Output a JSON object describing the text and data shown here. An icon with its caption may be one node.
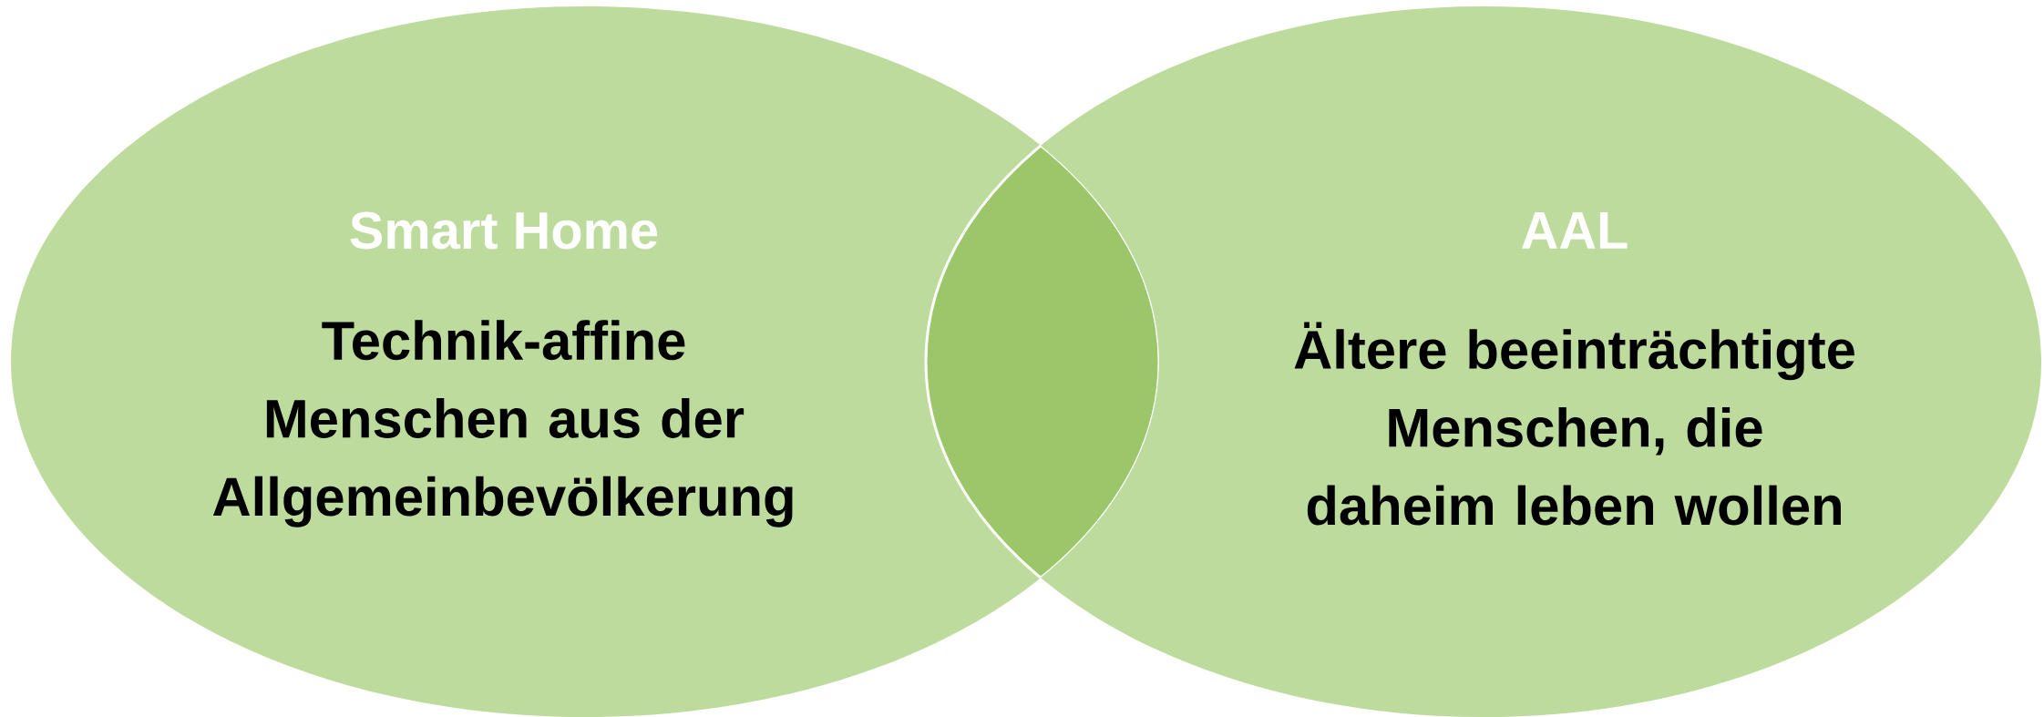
{
  "diagram": {
    "nodes": [
      {
        "text": [
          "Smart Home",
          "Technik-affine Menschen aus der Allgemeinbevölkerung"
        ]
      },
      {
        "text": [
          "AAL",
          "Ältere beeinträchtigte Menschen, die daheim leben wollen"
        ]
      }
    ]
  }
}
